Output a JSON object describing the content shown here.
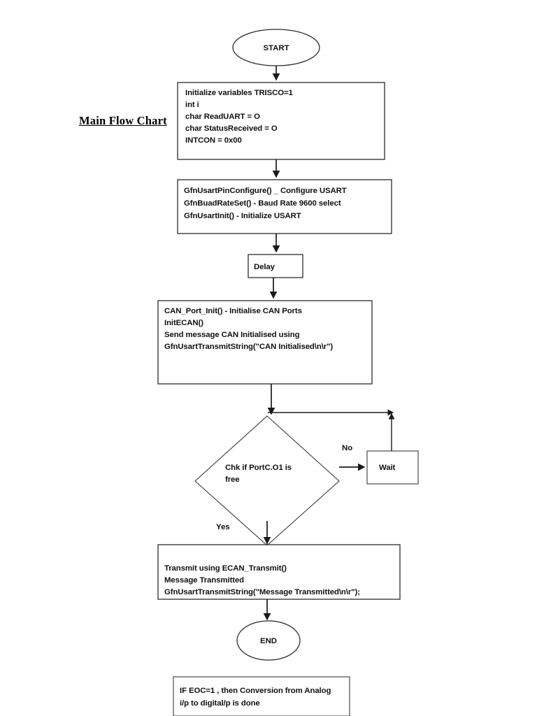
{
  "document": {
    "title": "Main Flow Chart"
  },
  "chart_data": {
    "type": "diagram",
    "title": "Main Flow Chart",
    "diagram_kind": "flowchart",
    "orientation": "top-to-bottom",
    "nodes": [
      {
        "id": "start",
        "shape": "ellipse",
        "label": "START"
      },
      {
        "id": "init-variables",
        "shape": "process",
        "lines": [
          "Initialize variables     TRISCO=1",
          "int i",
          "char ReadUART = O",
          "char StatusReceived = O",
          "INTCON = 0x00"
        ]
      },
      {
        "id": "usart-config",
        "shape": "process",
        "lines": [
          "GfnUsartPinConfigure() _ Configure USART",
          "GfnBuadRateSet() - Baud Rate 9600 select",
          "GfnUsartInit()             - Initialize USART"
        ]
      },
      {
        "id": "delay",
        "shape": "process",
        "lines": [
          "Delay"
        ]
      },
      {
        "id": "can-init",
        "shape": "process",
        "lines": [
          "CAN_Port_Init()  - Initialise CAN Ports",
          "InitECAN()",
          "Send message CAN Initialised using",
          "GfnUsartTransmitString(\"CAN Initialised\\n\\r\")"
        ]
      },
      {
        "id": "check-port",
        "shape": "decision",
        "lines": [
          "Chk if PortC.O1 is",
          "free"
        ]
      },
      {
        "id": "wait",
        "shape": "process",
        "lines": [
          "Wait"
        ]
      },
      {
        "id": "transmit",
        "shape": "process",
        "lines": [
          "Transmit using ECAN_Transmit()",
          "Message Transmitted",
          "GfnUsartTransmitString(\"Message Transmitted\\n\\r\");"
        ]
      },
      {
        "id": "end",
        "shape": "ellipse",
        "label": "END"
      },
      {
        "id": "note-eoc",
        "shape": "note",
        "lines": [
          "IF EOC=1 , then Conversion from Analog",
          "i/p to digital/p is done"
        ]
      }
    ],
    "edges": [
      {
        "from": "start",
        "to": "init-variables",
        "label": ""
      },
      {
        "from": "init-variables",
        "to": "usart-config",
        "label": ""
      },
      {
        "from": "usart-config",
        "to": "delay",
        "label": ""
      },
      {
        "from": "delay",
        "to": "can-init",
        "label": ""
      },
      {
        "from": "can-init",
        "to": "check-port",
        "label": ""
      },
      {
        "from": "check-port",
        "to": "wait",
        "label": "No"
      },
      {
        "from": "wait",
        "to": "check-port",
        "label": ""
      },
      {
        "from": "check-port",
        "to": "transmit",
        "label": "Yes"
      },
      {
        "from": "transmit",
        "to": "end",
        "label": ""
      }
    ],
    "edge_labels": {
      "no": "No",
      "yes": "Yes"
    },
    "colors": {
      "background": "#ffffff",
      "stroke": "#2b2b2b",
      "connector": "#1a1a1a",
      "text": "#111111"
    }
  }
}
